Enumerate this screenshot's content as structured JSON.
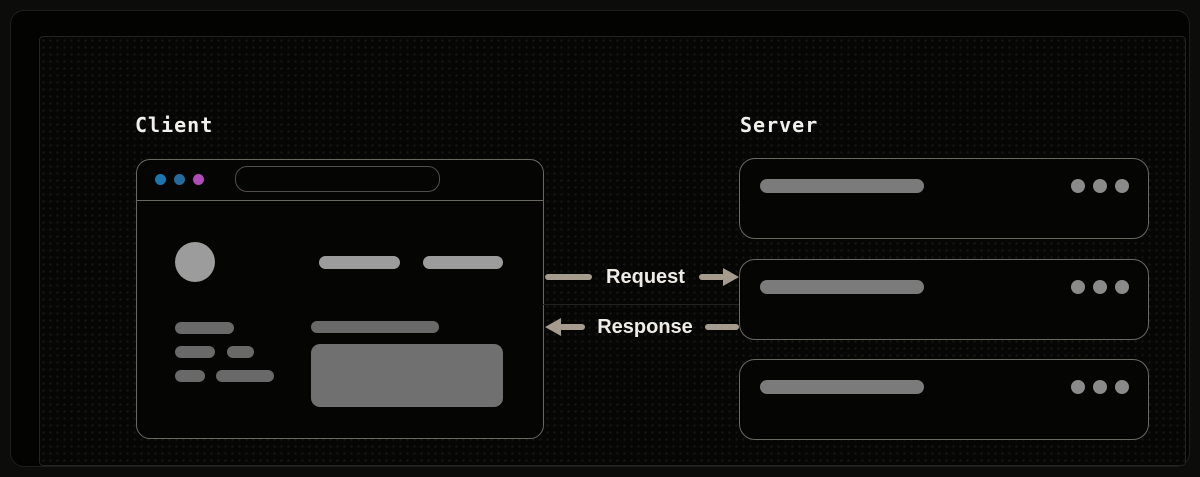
{
  "labels": {
    "client": "Client",
    "server": "Server"
  },
  "flow": {
    "request": "Request",
    "response": "Response"
  },
  "client_mockup": {
    "type": "browser-window-skeleton",
    "traffic_dot_colors": [
      "#1e74ae",
      "#256b9e",
      "#b04cba"
    ]
  },
  "server_mockup": {
    "box_count": 3,
    "dots_per_box": 3
  },
  "colors": {
    "canvas_background": "#0c0c0b",
    "panel_background": "#060605",
    "outline": "#6b6862",
    "arrow": "#a59c8e",
    "flow_text": "#efece5",
    "section_label_text": "#f2f0ea",
    "skeleton_light": "#9c9c9c",
    "skeleton_mid": "#7b7b7b",
    "skeleton_dark": "#696969"
  }
}
